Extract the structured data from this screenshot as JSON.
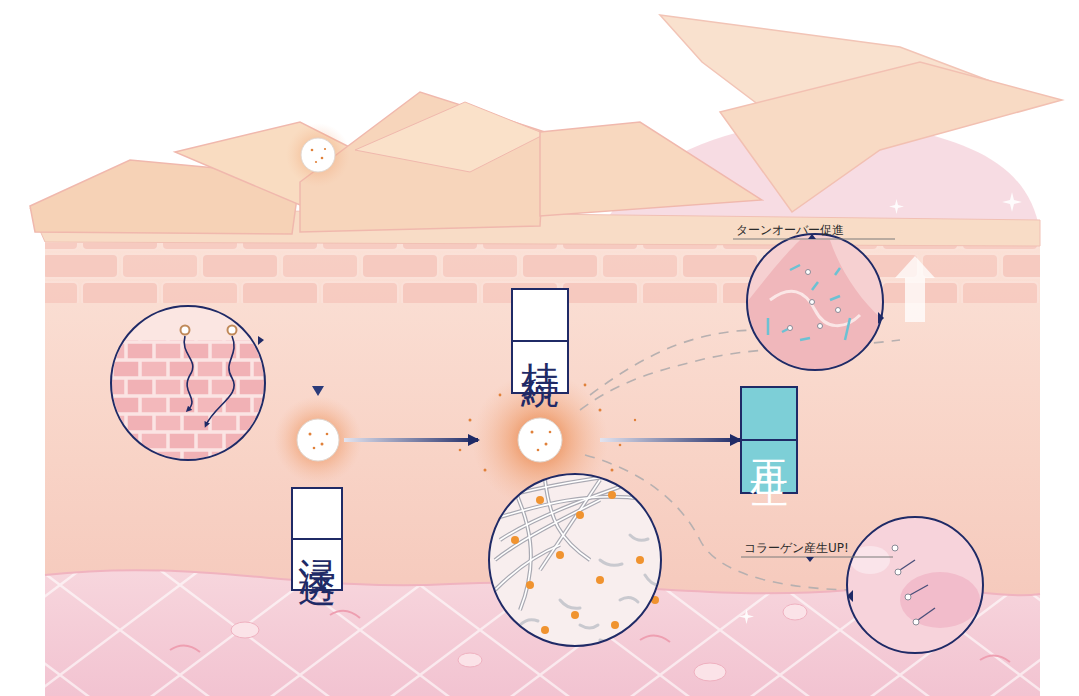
{
  "diagram": {
    "nodes": [
      {
        "text": [
          "浸透"
        ]
      },
      {
        "text": [
          "持続"
        ]
      },
      {
        "text": [
          "再生"
        ]
      }
    ],
    "edges": [
      {
        "from": 0,
        "to": 1,
        "arrow": "to"
      },
      {
        "from": 1,
        "to": 2,
        "arrow": "to"
      }
    ],
    "labels": [
      "ターンオーバー促進",
      "コラーゲン産生UP!"
    ]
  }
}
